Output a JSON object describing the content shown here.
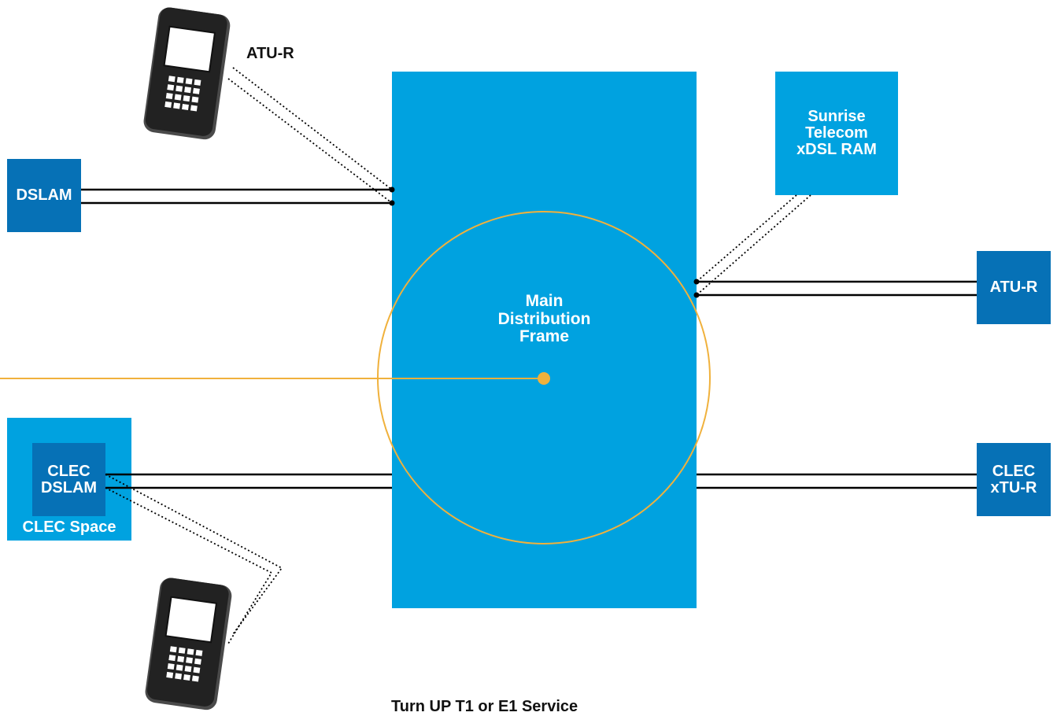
{
  "diagram": {
    "mdf": {
      "label": [
        "Main",
        "Distribution",
        "Frame"
      ]
    },
    "ram": {
      "label": [
        "Sunrise",
        "Telecom",
        "xDSL RAM"
      ]
    },
    "dslam": {
      "label": "DSLAM"
    },
    "atu_r_right": {
      "label": "ATU-R"
    },
    "clec_space": {
      "label": "CLEC Space"
    },
    "clec_dslam": {
      "label": [
        "CLEC",
        "DSLAM"
      ]
    },
    "clec_xtu_r": {
      "label": [
        "CLEC",
        "xTU-R"
      ]
    },
    "handheld_top": {
      "label": "ATU-R"
    },
    "caption": "Turn UP T1 or E1 Service"
  },
  "colors": {
    "mdf_blue": "#00a2e0",
    "box_dark_blue": "#0671b6",
    "highlight_orange": "#f0b13c",
    "line": "#000000"
  }
}
